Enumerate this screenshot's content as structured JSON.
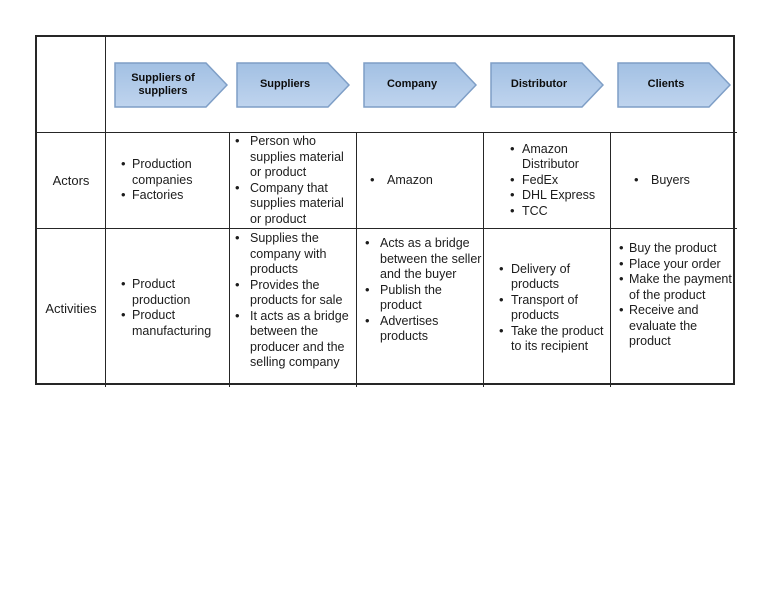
{
  "header": {
    "steps": [
      {
        "label": "Suppliers of suppliers"
      },
      {
        "label": "Suppliers"
      },
      {
        "label": "Company"
      },
      {
        "label": "Distributor"
      },
      {
        "label": "Clients"
      }
    ]
  },
  "rows": {
    "actors": {
      "label": "Actors",
      "suppliers_of_suppliers": [
        "Production companies",
        "Factories"
      ],
      "suppliers": [
        "Person who supplies material or product",
        "Company that supplies material or product"
      ],
      "company": [
        "Amazon"
      ],
      "distributor": [
        "Amazon Distributor",
        "FedEx",
        "DHL Express",
        "TCC"
      ],
      "clients": [
        "Buyers"
      ]
    },
    "activities": {
      "label": "Activities",
      "suppliers_of_suppliers": [
        "Product production",
        "Product manufacturing"
      ],
      "suppliers": [
        "Supplies the company with products",
        "Provides the products for sale",
        "It acts as a bridge between the producer and the selling company"
      ],
      "company": [
        "Acts as a bridge between the seller and the buyer",
        "Publish the product",
        "Advertises products"
      ],
      "distributor": [
        "Delivery of products",
        "Transport of products",
        "Take the product to its recipient"
      ],
      "clients": [
        "Buy the product",
        "Place your order",
        "Make the payment of the product",
        "Receive and evaluate the product"
      ]
    }
  },
  "colors": {
    "arrow_fill_top": "#a2c0e3",
    "arrow_fill_bottom": "#bfd4ee",
    "arrow_border": "#7e9ec6",
    "grid_line": "#262626",
    "text": "#1c1c1c"
  }
}
